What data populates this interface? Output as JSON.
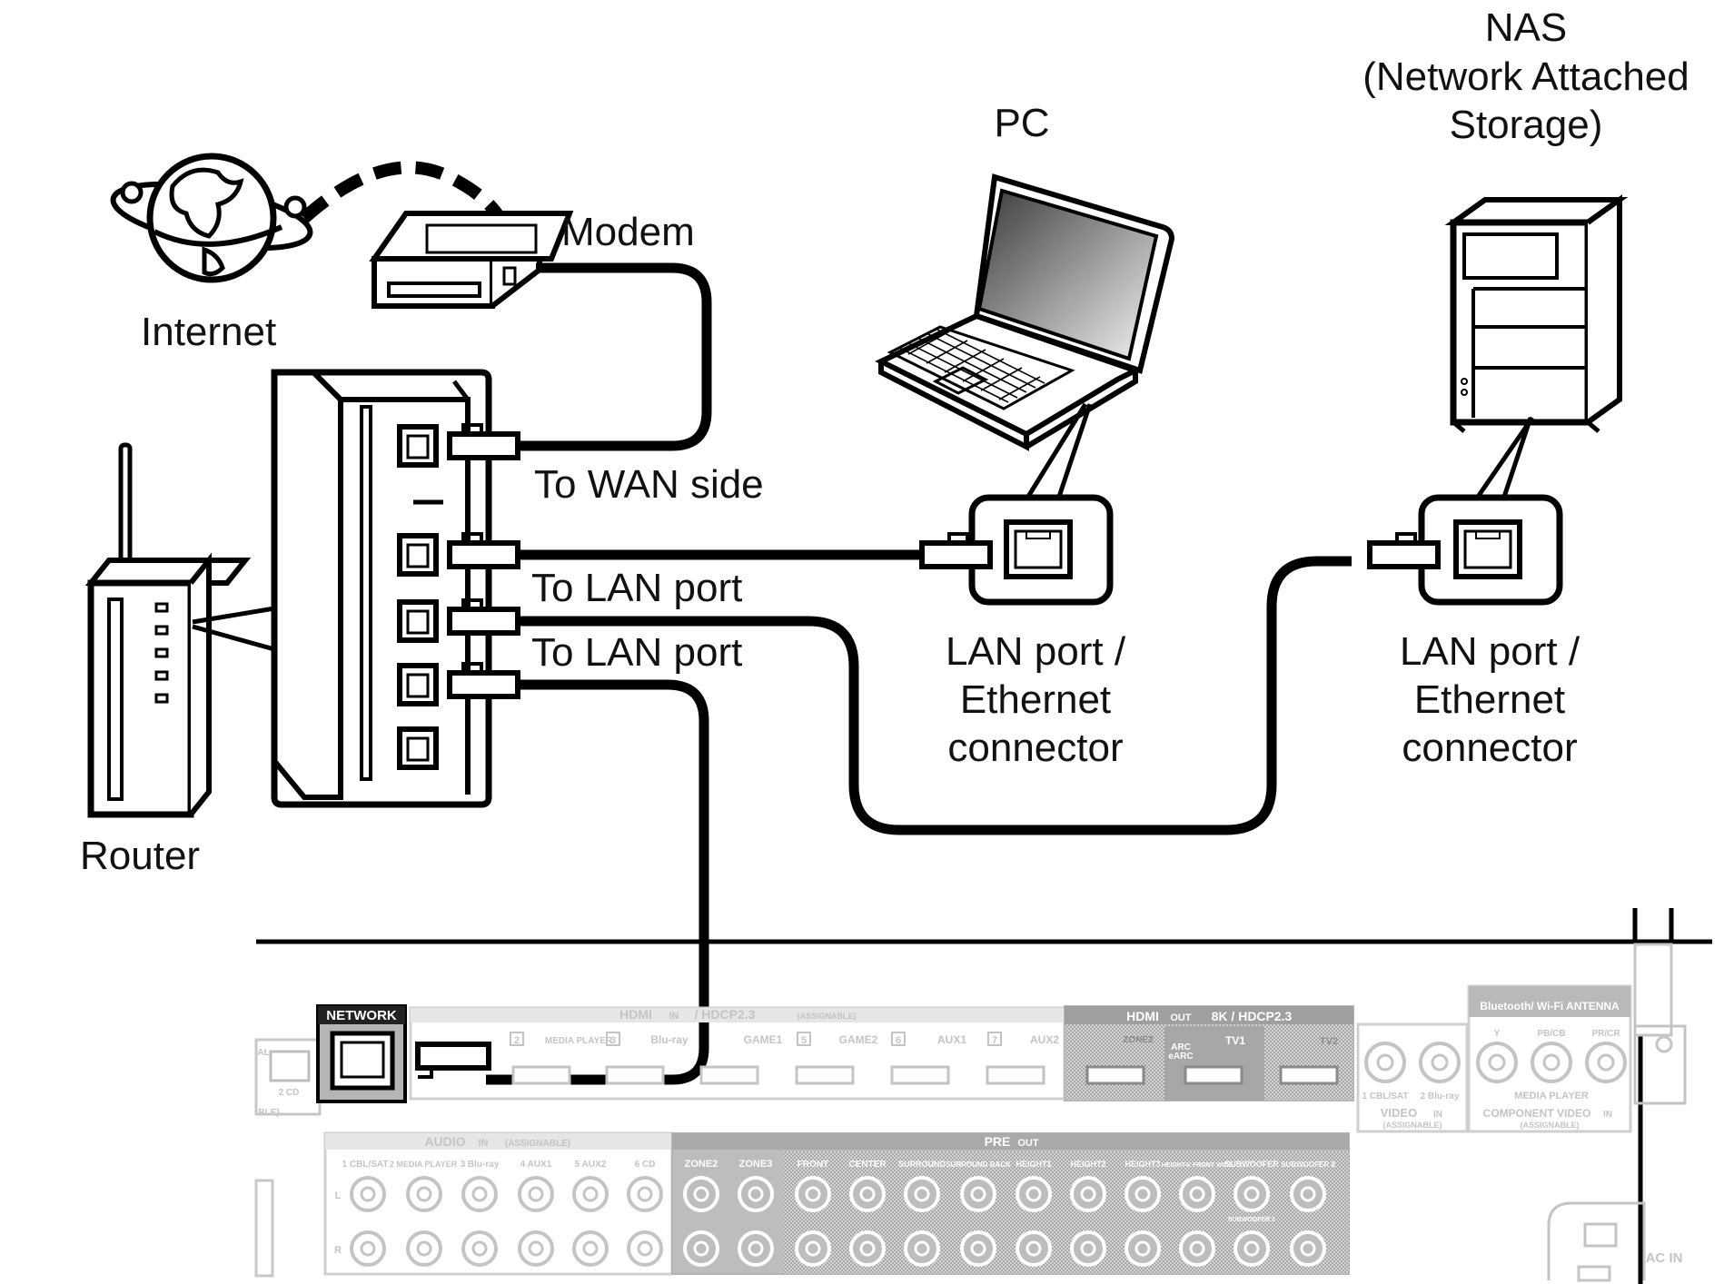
{
  "labels": {
    "internet": "Internet",
    "modem": "Modem",
    "router": "Router",
    "pc": "PC",
    "nas_line1": "NAS",
    "nas_line2": "(Network Attached",
    "nas_line3": "Storage)",
    "to_wan": "To WAN side",
    "to_lan_1": "To LAN port",
    "to_lan_2": "To LAN port",
    "pc_port_line1": "LAN port /",
    "pc_port_line2": "Ethernet",
    "pc_port_line3": "connector",
    "nas_port_line1": "LAN port /",
    "nas_port_line2": "Ethernet",
    "nas_port_line3": "connector"
  },
  "receiver_panel": {
    "network": "NETWORK",
    "hdmi_in": "HDMI",
    "hdmi_in_tag": "IN",
    "hdcp_in": "/ HDCP2.3",
    "assignable": "(ASSIGNABLE)",
    "hdmi_out": "HDMI",
    "hdmi_out_tag": "OUT",
    "hdcp_out": "8K / HDCP2.3",
    "game1": "GAME1",
    "game2": "GAME2",
    "aux1": "AUX1",
    "aux2": "AUX2",
    "bluray": "Blu-ray",
    "media_player": "MEDIA PLAYER",
    "num2": "2",
    "num3": "3",
    "num5": "5",
    "num6": "6",
    "num7": "7",
    "tv1": "TV1",
    "tv2": "TV2",
    "zone2_hdmi": "ZONE2",
    "arc": "ARC",
    "earc": "eARC",
    "bt_antenna": "Bluetooth/ Wi-Fi ANTENNA",
    "video": "VIDEO",
    "video_tag": "IN",
    "video_assignable": "(ASSIGNABLE)",
    "component_video": "COMPONENT VIDEO",
    "component_tag": "IN",
    "component_assignable": "(ASSIGNABLE)",
    "media_player_2": "MEDIA PLAYER",
    "y": "Y",
    "pb": "PB/CB",
    "pr": "PR/CR",
    "cbl_sat_v": "1 CBL/SAT",
    "bluray_v": "2 Blu-ray",
    "audio": "AUDIO",
    "audio_tag": "IN",
    "audio_assignable": "(ASSIGNABLE)",
    "a1": "1 CBL/SAT",
    "a2": "2 MEDIA PLAYER",
    "a3": "3 Blu-ray",
    "a4": "4 AUX1",
    "a5": "5 AUX2",
    "a6": "6 CD",
    "pre": "PRE",
    "pre_tag": "OUT",
    "zone2": "ZONE2",
    "zone3": "ZONE3",
    "front": "FRONT",
    "center": "CENTER",
    "surround": "SURROUND",
    "surround_back": "SURROUND BACK",
    "height1": "HEIGHT1",
    "height2": "HEIGHT2",
    "height3": "HEIGHT3",
    "height4": "HEIGHT4/ FRONT WIDE",
    "subwoofer": "SUBWOOFER",
    "subwoofer1": "SUBWOOFER 1",
    "subwoofer2": "SUBWOOFER 2",
    "ac_in": "AC IN",
    "l": "L",
    "r": "R",
    "cd2": "2 CD",
    "ble": "BLE)",
    "al": "AL"
  }
}
